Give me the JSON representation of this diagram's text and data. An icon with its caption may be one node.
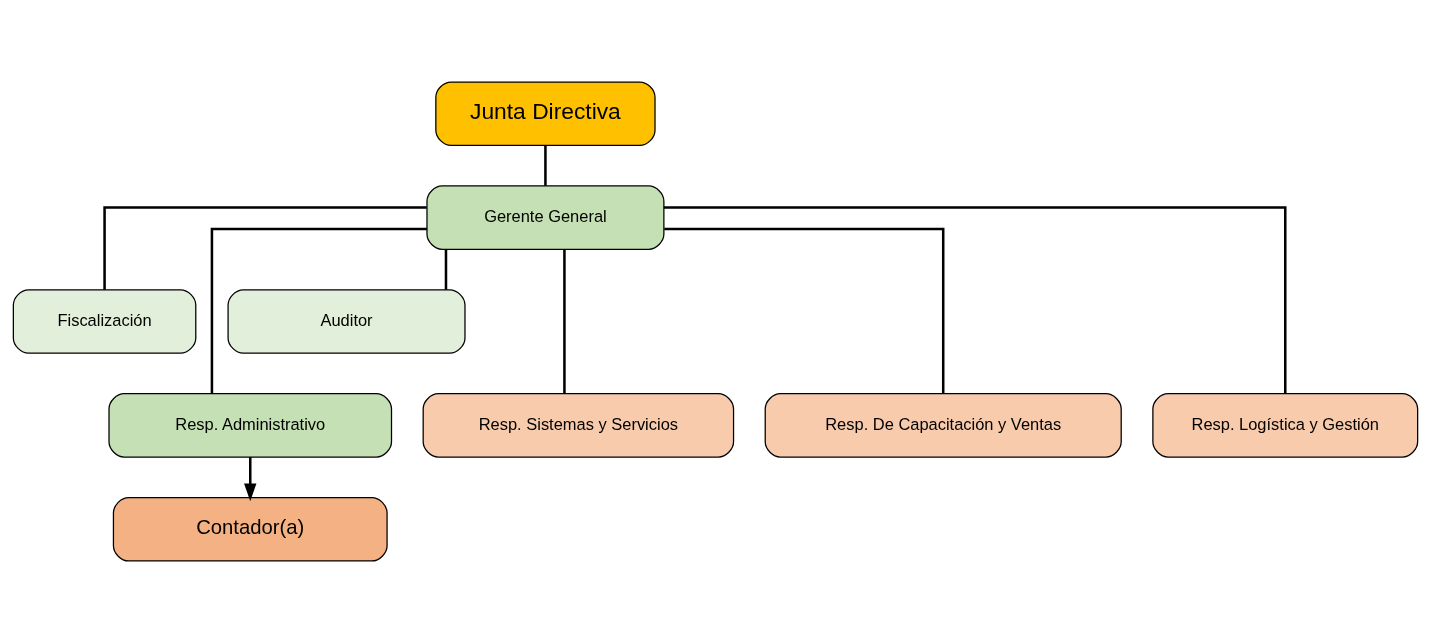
{
  "diagram": {
    "nodes": [
      {
        "text": [
          "Junta Directiva"
        ]
      },
      {
        "text": [
          "Gerente General"
        ]
      },
      {
        "text": [
          "Fiscalización"
        ]
      },
      {
        "text": [
          "Auditor"
        ]
      },
      {
        "text": [
          "Resp. Administrativo"
        ]
      },
      {
        "text": [
          "Resp. Sistemas y Servicios"
        ]
      },
      {
        "text": [
          "Resp. De Capacitación y Ventas"
        ]
      },
      {
        "text": [
          "Resp. Logística y Gestión"
        ]
      },
      {
        "text": [
          "Contador(a)"
        ]
      }
    ],
    "edges": [
      {
        "from": 0,
        "to": 1,
        "arrow": "none"
      },
      {
        "from": 1,
        "to": 2,
        "arrow": "none"
      },
      {
        "from": 1,
        "to": 3,
        "arrow": "none"
      },
      {
        "from": 1,
        "to": 4,
        "arrow": "none"
      },
      {
        "from": 1,
        "to": 5,
        "arrow": "none"
      },
      {
        "from": 1,
        "to": 6,
        "arrow": "none"
      },
      {
        "from": 1,
        "to": 7,
        "arrow": "none"
      },
      {
        "from": 4,
        "to": 8,
        "arrow": "to"
      }
    ]
  }
}
